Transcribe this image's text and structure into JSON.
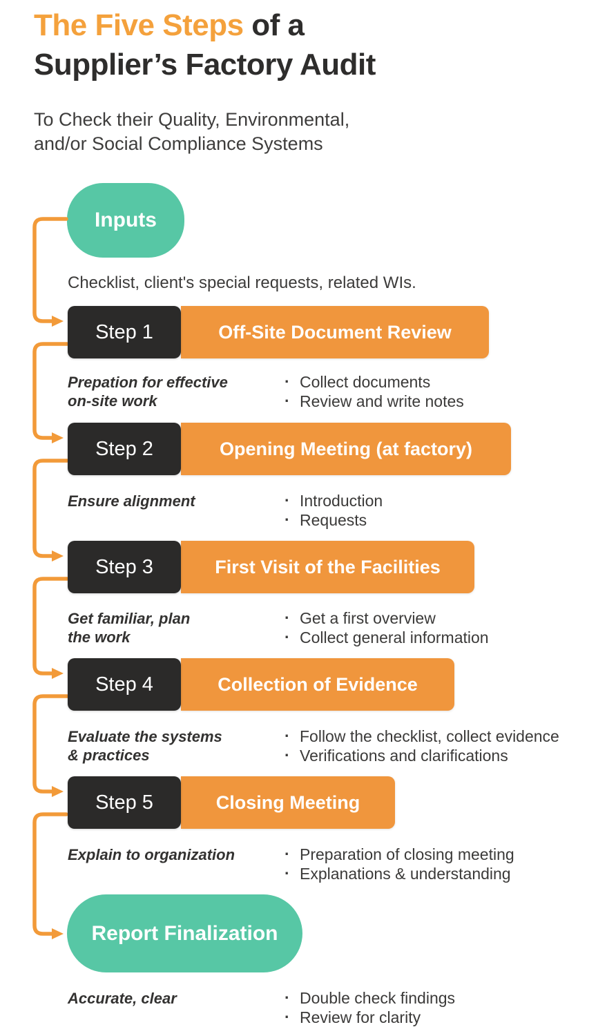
{
  "title": {
    "highlight": "The Five Steps",
    "rest": " of a",
    "line2": "Supplier’s Factory Audit"
  },
  "subtitle": "To Check their Quality, Environmental,\nand/or Social Compliance Systems",
  "colors": {
    "accent_orange": "#f0963d",
    "title_orange": "#f4a13c",
    "dark": "#2b2a29",
    "teal": "#57c7a5"
  },
  "inputs": {
    "label": "Inputs",
    "description": "Checklist, client's special requests, related WIs."
  },
  "steps": [
    {
      "step_label": "Step 1",
      "title": "Off-Site Document Review",
      "purpose": "Prepation for effective\non-site work",
      "bullets": [
        "Collect documents",
        "Review and write notes"
      ]
    },
    {
      "step_label": "Step 2",
      "title": "Opening Meeting (at factory)",
      "purpose": "Ensure alignment",
      "bullets": [
        "Introduction",
        "Requests"
      ]
    },
    {
      "step_label": "Step 3",
      "title": "First Visit of the Facilities",
      "purpose": "Get familiar, plan\nthe work",
      "bullets": [
        "Get a first overview",
        "Collect general information"
      ]
    },
    {
      "step_label": "Step 4",
      "title": "Collection of Evidence",
      "purpose": "Evaluate the systems\n& practices",
      "bullets": [
        "Follow the checklist, collect evidence",
        "Verifications and clarifications"
      ]
    },
    {
      "step_label": "Step 5",
      "title": "Closing Meeting",
      "purpose": "Explain to organization",
      "bullets": [
        "Preparation of closing meeting",
        "Explanations & understanding"
      ]
    }
  ],
  "final": {
    "label": "Report Finalization",
    "purpose": "Accurate, clear",
    "bullets": [
      "Double check findings",
      "Review for clarity"
    ]
  }
}
